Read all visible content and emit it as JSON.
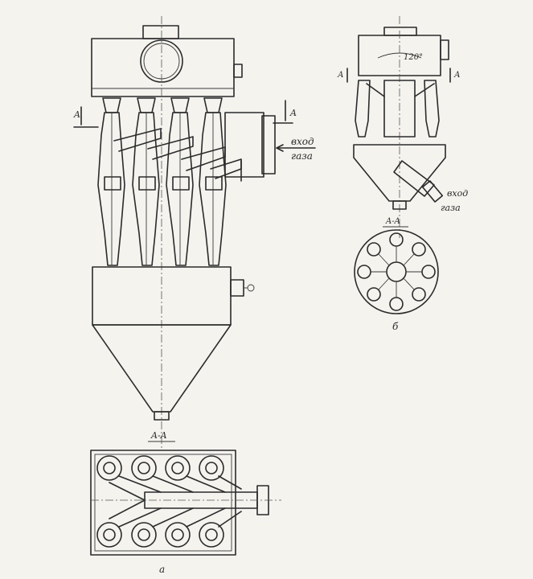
{
  "labels": {
    "section_a": "A",
    "section_aa": "A-A",
    "inlet_line1": "вход",
    "inlet_line2": "газа",
    "outlet_line1": "вход",
    "outlet_line2": "газа",
    "angle": "120°",
    "view_a": "а",
    "view_b": "б",
    "small_a_left": "А",
    "small_a_right": "А"
  },
  "colors": {
    "ink": "#2b2b2b",
    "paper": "#f4f3ee"
  }
}
